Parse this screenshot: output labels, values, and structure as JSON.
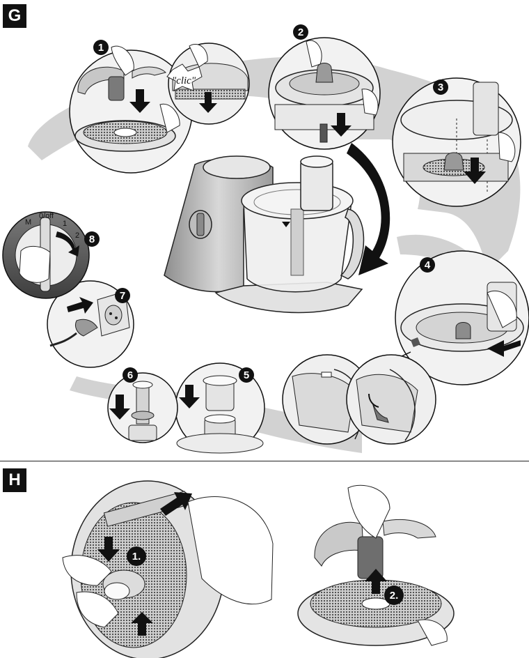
{
  "sections": {
    "g": {
      "label": "G"
    },
    "h": {
      "label": "H"
    }
  },
  "steps": {
    "s1": "1",
    "s2": "2",
    "s3": "3",
    "s4": "4",
    "s5": "5",
    "s6": "6",
    "s7": "7",
    "s8": "8"
  },
  "callouts": {
    "clic": "\"clic\"",
    "h1": "1.",
    "h2": "2."
  },
  "dial": {
    "m": "M",
    "off": "0/off",
    "one": "1",
    "two": "2"
  }
}
